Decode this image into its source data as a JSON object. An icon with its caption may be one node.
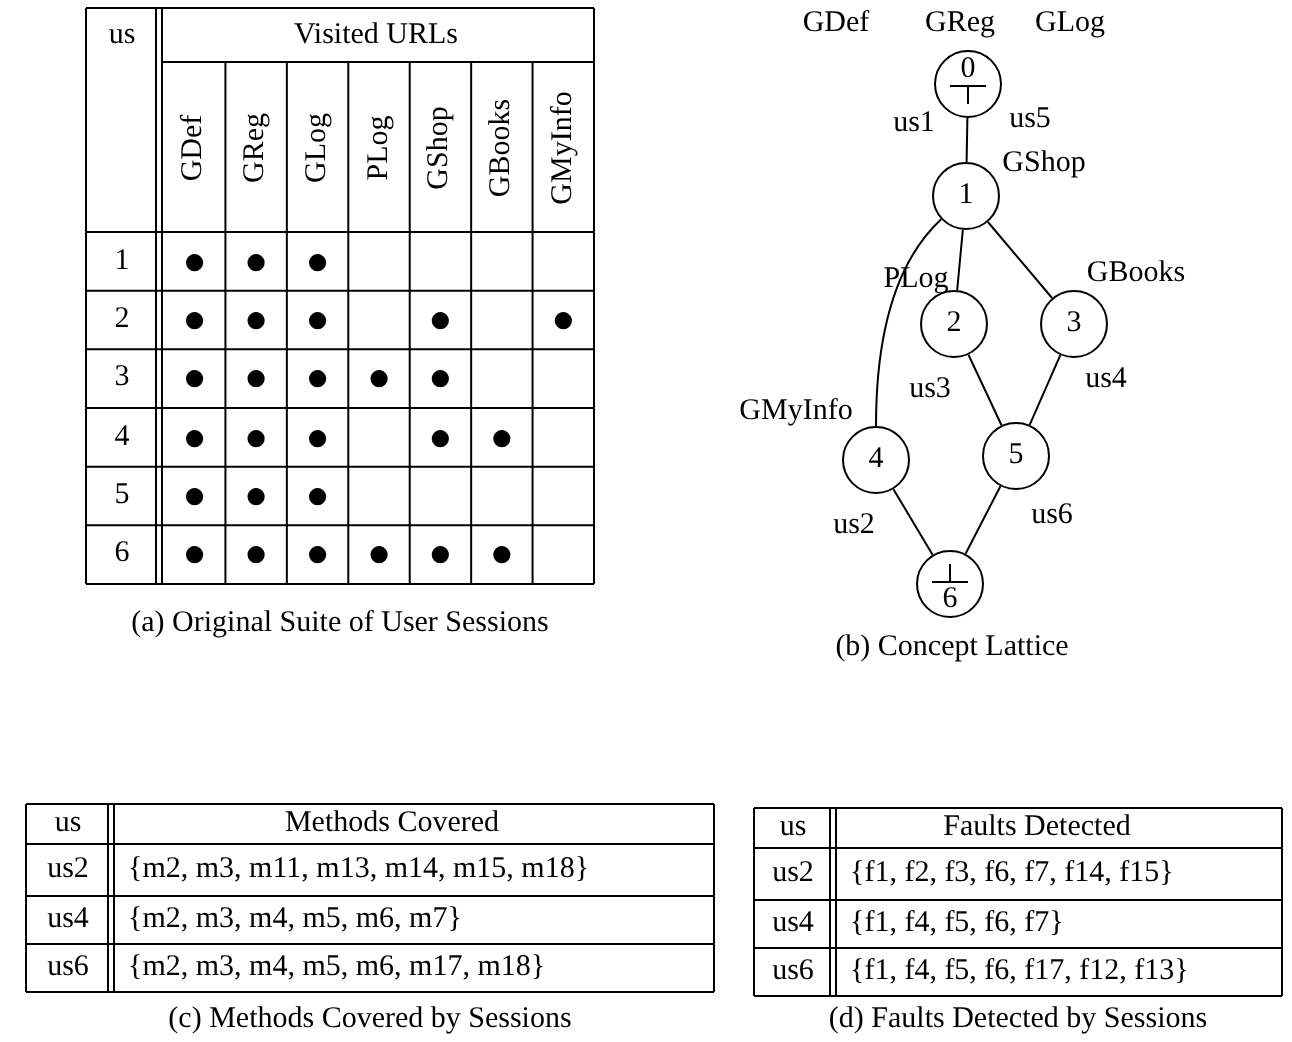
{
  "diagram": {
    "nodes": [
      {
        "text": [
          "0"
        ],
        "beside": [
          "GDef",
          "GReg",
          "GLog",
          "us1",
          "us5"
        ]
      },
      {
        "text": [
          "1"
        ],
        "beside": [
          "GShop"
        ]
      },
      {
        "text": [
          "2"
        ],
        "beside": [
          "PLog",
          "us3"
        ]
      },
      {
        "text": [
          "3"
        ],
        "beside": [
          "GBooks",
          "us4"
        ]
      },
      {
        "text": [
          "4"
        ],
        "beside": [
          "GMyInfo",
          "us2"
        ]
      },
      {
        "text": [
          "5"
        ],
        "beside": [
          "us6"
        ]
      },
      {
        "text": [
          "6"
        ]
      }
    ],
    "edges": [
      {
        "from": 0,
        "to": 1,
        "arrow": "none"
      },
      {
        "from": 1,
        "to": 2,
        "arrow": "none"
      },
      {
        "from": 1,
        "to": 3,
        "arrow": "none"
      },
      {
        "from": 1,
        "to": 4,
        "arrow": "none"
      },
      {
        "from": 2,
        "to": 5,
        "arrow": "none"
      },
      {
        "from": 3,
        "to": 5,
        "arrow": "none"
      },
      {
        "from": 4,
        "to": 6,
        "arrow": "none"
      },
      {
        "from": 5,
        "to": 6,
        "arrow": "none"
      }
    ],
    "labels": [
      "us",
      "Visited URLs",
      "GDef",
      "GReg",
      "GLog",
      "PLog",
      "GShop",
      "GBooks",
      "GMyInfo",
      "1",
      "●",
      "●",
      "●",
      "2",
      "●",
      "●",
      "●",
      "●",
      "●",
      "3",
      "●",
      "●",
      "●",
      "●",
      "●",
      "4",
      "●",
      "●",
      "●",
      "●",
      "●",
      "5",
      "●",
      "●",
      "●",
      "6",
      "●",
      "●",
      "●",
      "●",
      "●",
      "●",
      "(a) Original Suite of User Sessions",
      "(b) Concept Lattice",
      "us",
      "Methods Covered",
      "us2",
      "{m2, m3, m11, m13, m14, m15, m18}",
      "us4",
      "{m2, m3, m4, m5, m6, m7}",
      "us6",
      "{m2, m3, m4, m5, m6, m17, m18}",
      "(c) Methods Covered by Sessions",
      "us",
      "Faults Detected",
      "us2",
      "{f1, f2, f3, f6, f7, f14, f15}",
      "us4",
      "{f1, f4, f5, f6, f7}",
      "us6",
      "{f1, f4, f5, f6, f17, f12, f13}",
      "(d) Faults Detected by Sessions"
    ]
  }
}
